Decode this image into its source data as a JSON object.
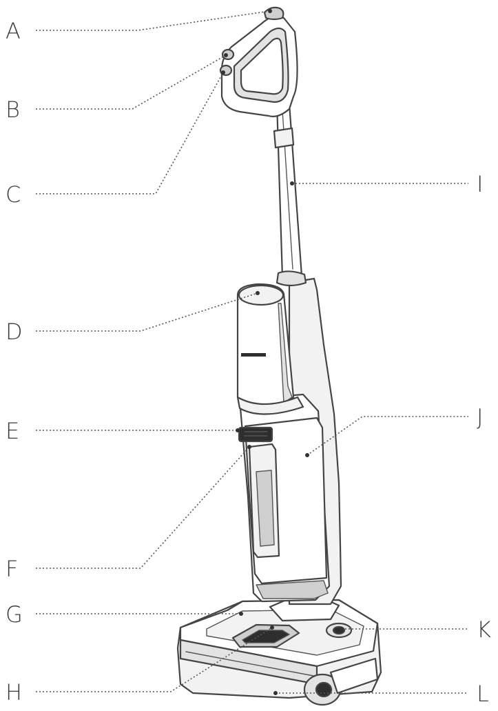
{
  "callouts": [
    {
      "id": "A",
      "label": "A"
    },
    {
      "id": "B",
      "label": "B"
    },
    {
      "id": "C",
      "label": "C"
    },
    {
      "id": "D",
      "label": "D"
    },
    {
      "id": "E",
      "label": "E"
    },
    {
      "id": "F",
      "label": "F"
    },
    {
      "id": "G",
      "label": "G"
    },
    {
      "id": "H",
      "label": "H"
    },
    {
      "id": "I",
      "label": "I"
    },
    {
      "id": "J",
      "label": "J"
    },
    {
      "id": "K",
      "label": "K"
    },
    {
      "id": "L",
      "label": "L"
    }
  ]
}
